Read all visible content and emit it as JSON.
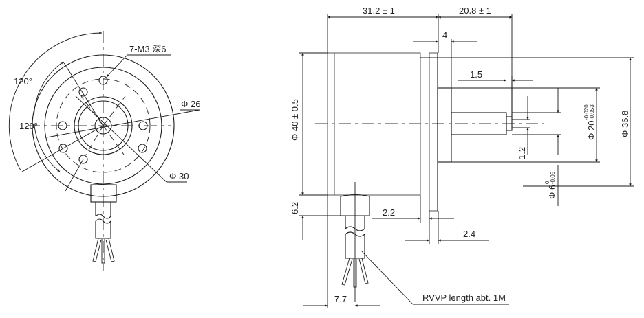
{
  "front_view": {
    "hole_callout": "7-M3 深6",
    "angle_outer": "120°",
    "angle_inner": "120°",
    "dia_inner_pcd": "Φ 26",
    "dia_outer_pcd": "Φ 30"
  },
  "side_view": {
    "body_length": "31.2 ± 1",
    "shaft_length": "20.8 ± 1",
    "flange_thickness": "4",
    "shaft_flat": "1.5",
    "body_diameter": "Φ 40 ± 0.5",
    "pilot_diameter": "Φ 20",
    "pilot_tol_upper": "-0.020",
    "pilot_tol_lower": "-0.053",
    "flange_diameter": "Φ 36.8",
    "shaft_diameter": "Φ 6",
    "shaft_tol_upper": "0",
    "shaft_tol_lower": "-0.05",
    "flat_depth": "1.2",
    "cable_height": "6.2",
    "gap_1": "2.2",
    "gap_2": "2.4",
    "cable_offset": "7.7",
    "cable_note": "RVVP length abt. 1M"
  },
  "colors": {
    "line": "#1a1a1a",
    "background": "#ffffff"
  }
}
